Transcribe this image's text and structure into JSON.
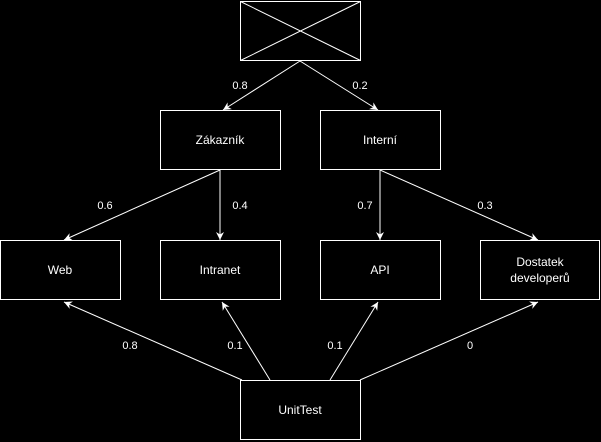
{
  "colors": {
    "background": "#000000",
    "stroke": "#ffffff",
    "text": "#ffffff"
  },
  "nodes": {
    "root": {
      "kind": "image-placeholder"
    },
    "zakaznik": {
      "label": "Zákazník"
    },
    "interni": {
      "label": "Interní"
    },
    "web": {
      "label": "Web"
    },
    "intranet": {
      "label": "Intranet"
    },
    "api": {
      "label": "API"
    },
    "developeri": {
      "label_line1": "Dostatek",
      "label_line2": "developerů"
    },
    "unittest": {
      "label": "UnitTest"
    }
  },
  "edges": {
    "root_zakaznik": {
      "from": "root",
      "to": "zakaznik",
      "weight": "0.8"
    },
    "root_interni": {
      "from": "root",
      "to": "interni",
      "weight": "0.2"
    },
    "zakaznik_web": {
      "from": "zakaznik",
      "to": "web",
      "weight": "0.6"
    },
    "zakaznik_intranet": {
      "from": "zakaznik",
      "to": "intranet",
      "weight": "0.4"
    },
    "interni_api": {
      "from": "interni",
      "to": "api",
      "weight": "0.7"
    },
    "interni_dev": {
      "from": "interni",
      "to": "developeri",
      "weight": "0.3"
    },
    "unit_web": {
      "from": "unittest",
      "to": "web",
      "weight": "0.8"
    },
    "unit_intranet": {
      "from": "unittest",
      "to": "intranet",
      "weight": "0.1"
    },
    "unit_api": {
      "from": "unittest",
      "to": "api",
      "weight": "0.1"
    },
    "unit_dev": {
      "from": "unittest",
      "to": "developeri",
      "weight": "0"
    }
  }
}
